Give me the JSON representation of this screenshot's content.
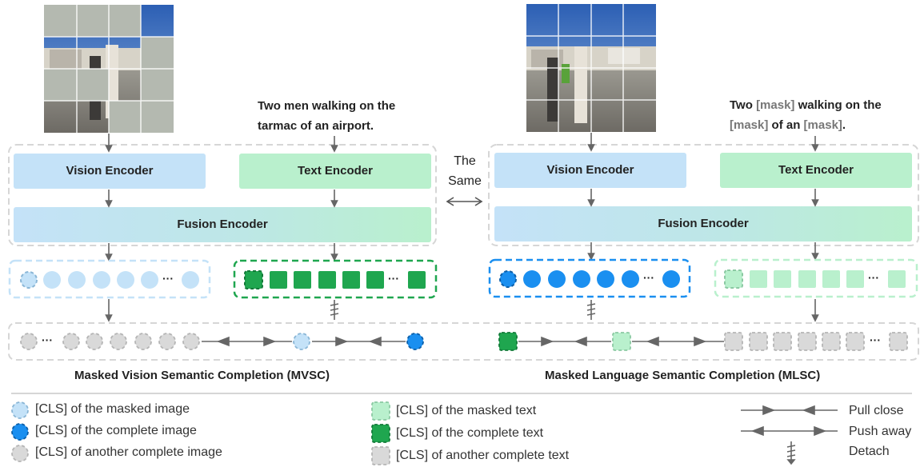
{
  "left_text": {
    "line1": "Two men walking on the",
    "line2": "tarmac of an airport."
  },
  "right_text": {
    "w1": "Two",
    "m1": "[mask]",
    "w2": "walking on the",
    "m2": "[mask]",
    "w3": "of an",
    "m3": "[mask]",
    "w4": "."
  },
  "encoders": {
    "vision": "Vision Encoder",
    "text": "Text Encoder",
    "fusion": "Fusion Encoder"
  },
  "the_same": {
    "line1": "The",
    "line2": "Same"
  },
  "ellipsis": "···",
  "captions": {
    "mvsc": "Masked Vision Semantic Completion (MVSC)",
    "mlsc": "Masked Language Semantic Completion (MLSC)"
  },
  "legend": {
    "cls_masked_image": "[CLS] of the masked image",
    "cls_complete_image": "[CLS] of the complete image",
    "cls_another_image": "[CLS] of another complete image",
    "cls_masked_text": "[CLS] of the masked text",
    "cls_complete_text": "[CLS] of the complete text",
    "cls_another_text": "[CLS] of another complete text",
    "pull_close": "Pull close",
    "push_away": "Push away",
    "detach": "Detach"
  },
  "colors": {
    "vision_light": "#c5e3f7",
    "vision_dark": "#1a8ff0",
    "text_light": "#b9f0cd",
    "text_dark": "#1fa64f",
    "grey": "#d9d9d9",
    "dashed_border": "#d6d6d6"
  }
}
